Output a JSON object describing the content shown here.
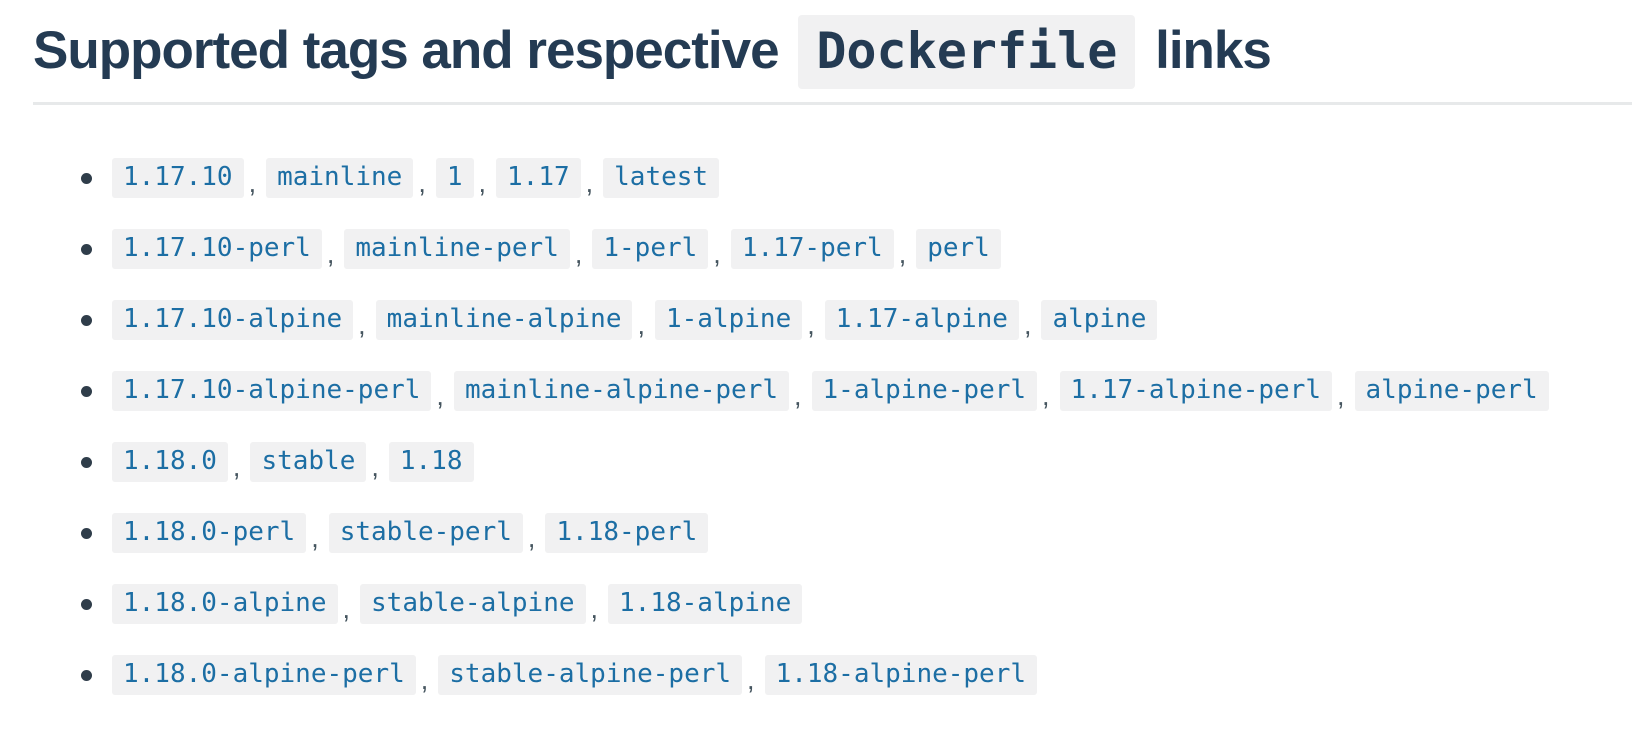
{
  "heading": {
    "prefix": "Supported tags and respective",
    "code": "Dockerfile",
    "suffix": "links"
  },
  "list": {
    "separator": ",",
    "rows": [
      [
        "1.17.10",
        "mainline",
        "1",
        "1.17",
        "latest"
      ],
      [
        "1.17.10-perl",
        "mainline-perl",
        "1-perl",
        "1.17-perl",
        "perl"
      ],
      [
        "1.17.10-alpine",
        "mainline-alpine",
        "1-alpine",
        "1.17-alpine",
        "alpine"
      ],
      [
        "1.17.10-alpine-perl",
        "mainline-alpine-perl",
        "1-alpine-perl",
        "1.17-alpine-perl",
        "alpine-perl"
      ],
      [
        "1.18.0",
        "stable",
        "1.18"
      ],
      [
        "1.18.0-perl",
        "stable-perl",
        "1.18-perl"
      ],
      [
        "1.18.0-alpine",
        "stable-alpine",
        "1.18-alpine"
      ],
      [
        "1.18.0-alpine-perl",
        "stable-alpine-perl",
        "1.18-alpine-perl"
      ]
    ]
  },
  "colors": {
    "heading_text": "#243b53",
    "tag_link": "#1c6ea4",
    "code_background": "#f1f1f2",
    "divider": "#e7e9ea",
    "separator_text": "#45555f"
  }
}
